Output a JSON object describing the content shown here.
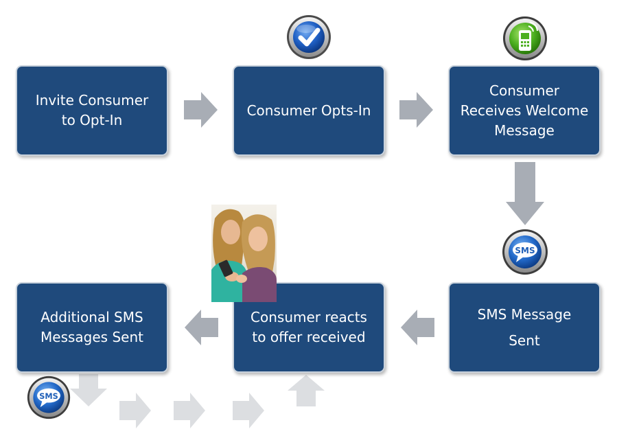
{
  "steps": [
    {
      "lines": [
        "Invite Consumer",
        "to Opt-In"
      ]
    },
    {
      "lines": [
        "Consumer Opts-In"
      ]
    },
    {
      "lines": [
        "Consumer",
        "Receives Welcome",
        "Message"
      ]
    },
    {
      "lines": [
        "SMS Message",
        "Sent"
      ]
    },
    {
      "lines": [
        "Consumer reacts",
        "to offer received"
      ]
    },
    {
      "lines": [
        "Additional SMS",
        "Messages Sent"
      ]
    }
  ],
  "badges": {
    "sms_label": "SMS"
  },
  "icons": {
    "checkmark": "checkmark-icon",
    "phone": "mobile-phone-icon",
    "sms": "sms-bubble-icon"
  },
  "colors": {
    "box_fill": "#1f4a7c",
    "box_border": "#c9d2dc",
    "arrow_main": "#a8adb5",
    "arrow_faded": "#dcdee1"
  }
}
